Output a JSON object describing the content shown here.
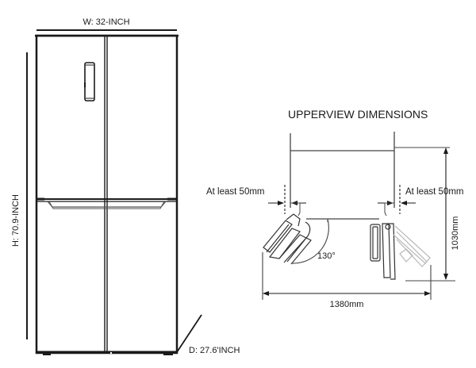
{
  "front_view": {
    "width_label": "W: 32-INCH",
    "height_label": "H: 70.9-INCH",
    "depth_label": "D: 27.6'INCH"
  },
  "upper_view": {
    "title": "UPPERVIEW DIMENSIONS",
    "clearance_left": "At least 50mm",
    "clearance_right": "At least 50mm",
    "door_angle": "130°",
    "depth_open": "1030mm",
    "width_open": "1380mm"
  },
  "colors": {
    "line": "#1a1a1a",
    "line_light": "#555555",
    "line_faded": "#b8b8b8",
    "background": "#ffffff"
  }
}
